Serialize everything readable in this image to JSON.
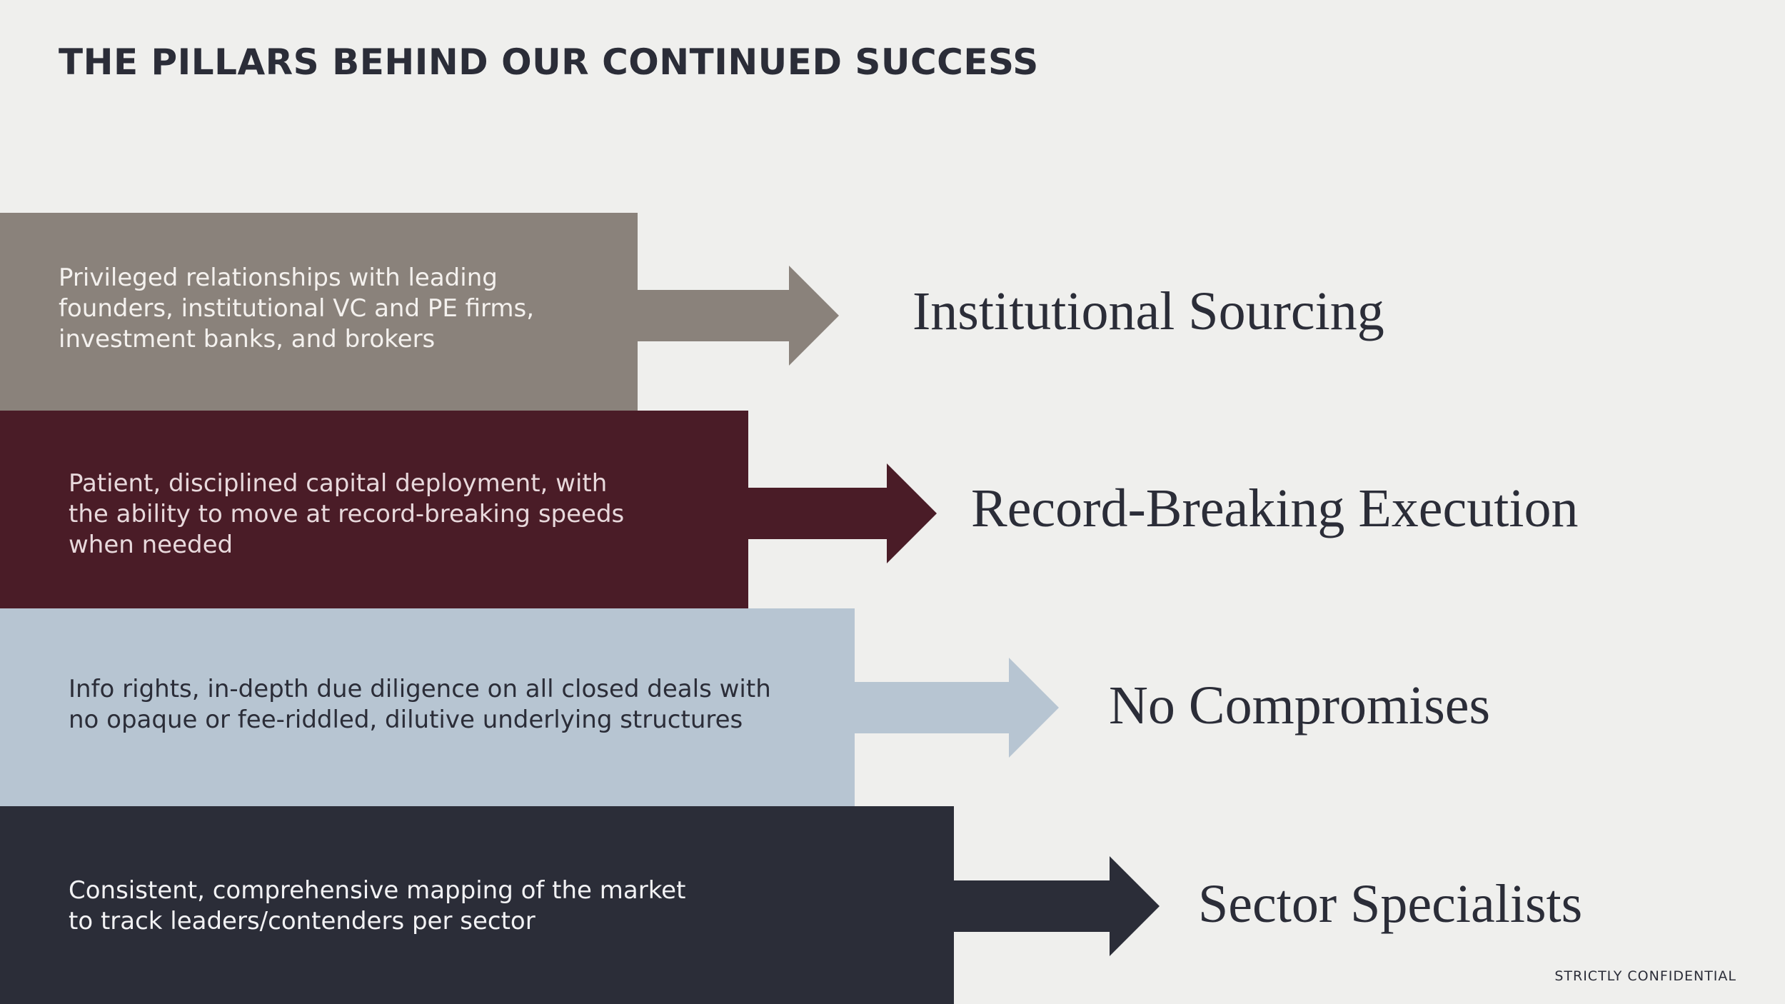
{
  "title": "THE PILLARS BEHIND OUR CONTINUED SUCCESS",
  "pillars": [
    {
      "heading": "Institutional Sourcing",
      "description": "Privileged relationships with leading\nfounders, institutional VC and PE firms,\ninvestment banks, and brokers",
      "color": "#8a827b",
      "text_color": "#f4f1ee"
    },
    {
      "heading": "Record-Breaking Execution",
      "description": "Patient, disciplined capital deployment, with\nthe ability to move at record-breaking speeds\nwhen needed",
      "color": "#4a1c27",
      "text_color": "#e8d9dc"
    },
    {
      "heading": "No Compromises",
      "description": "Info rights, in-depth due diligence on all closed deals with\nno opaque or fee-riddled, dilutive underlying structures",
      "color": "#b7c5d2",
      "text_color": "#2b2d38"
    },
    {
      "heading": "Sector Specialists",
      "description": "Consistent, comprehensive mapping of the market\nto track leaders/contenders per sector",
      "color": "#2b2d38",
      "text_color": "#f2f2f4"
    }
  ],
  "footer": "STRICTLY CONFIDENTIAL"
}
